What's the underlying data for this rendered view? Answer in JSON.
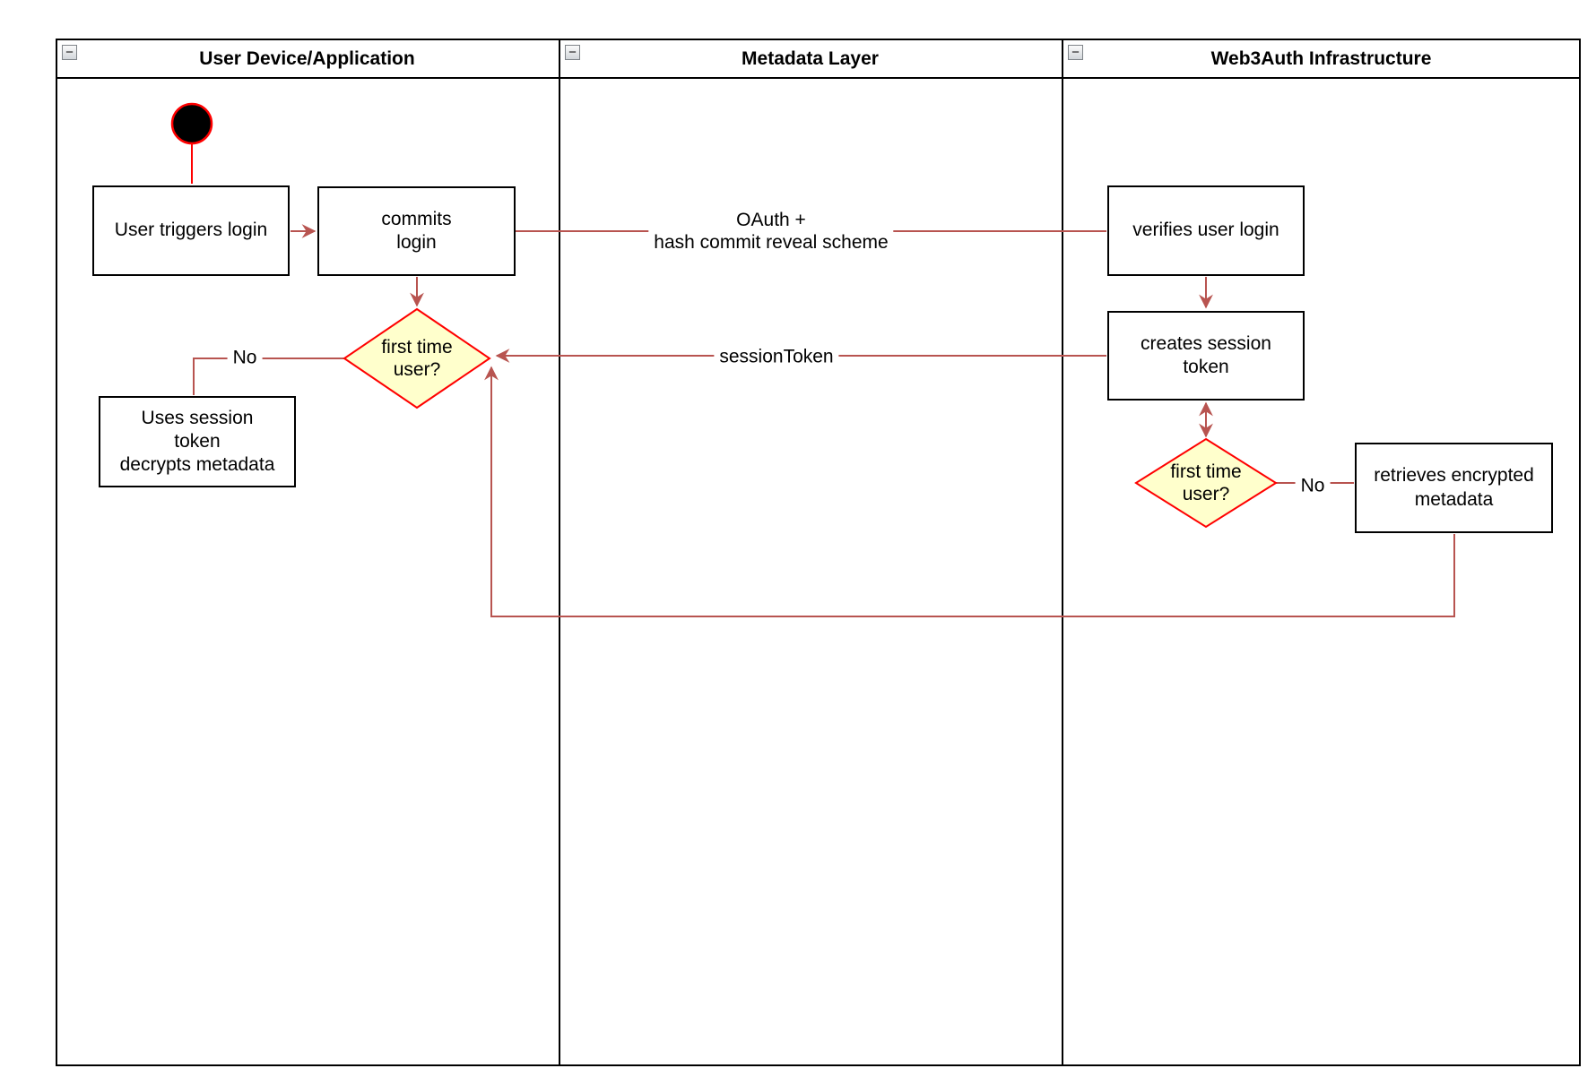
{
  "colors": {
    "edge": "#B85450",
    "start_line": "#FF0000",
    "decision_stroke": "#FF0000",
    "decision_fill": "#FFFFCC",
    "node_stroke": "#000000",
    "start_fill": "#000000"
  },
  "lanes": [
    {
      "title": "User Device/Application",
      "collapse": "−"
    },
    {
      "title": "Metadata Layer",
      "collapse": "−"
    },
    {
      "title": "Web3Auth Infrastructure",
      "collapse": "−"
    }
  ],
  "nodes": {
    "user_triggers_login": {
      "label": "User triggers login"
    },
    "commits_login": {
      "label": "commits\nlogin"
    },
    "verifies_user_login": {
      "label": "verifies user login"
    },
    "creates_session_token": {
      "label": "creates session\ntoken"
    },
    "first_time_user_left": {
      "label": "first time\nuser?"
    },
    "first_time_user_right": {
      "label": "first time\nuser?"
    },
    "uses_session_token": {
      "label": "Uses session\ntoken\ndecrypts metadata"
    },
    "retrieves_encrypted_metadata": {
      "label": "retrieves encrypted\nmetadata"
    }
  },
  "edge_labels": {
    "oauth": "OAuth +\nhash commit reveal scheme",
    "session_token": "sessionToken",
    "no_left": "No",
    "no_right": "No"
  }
}
